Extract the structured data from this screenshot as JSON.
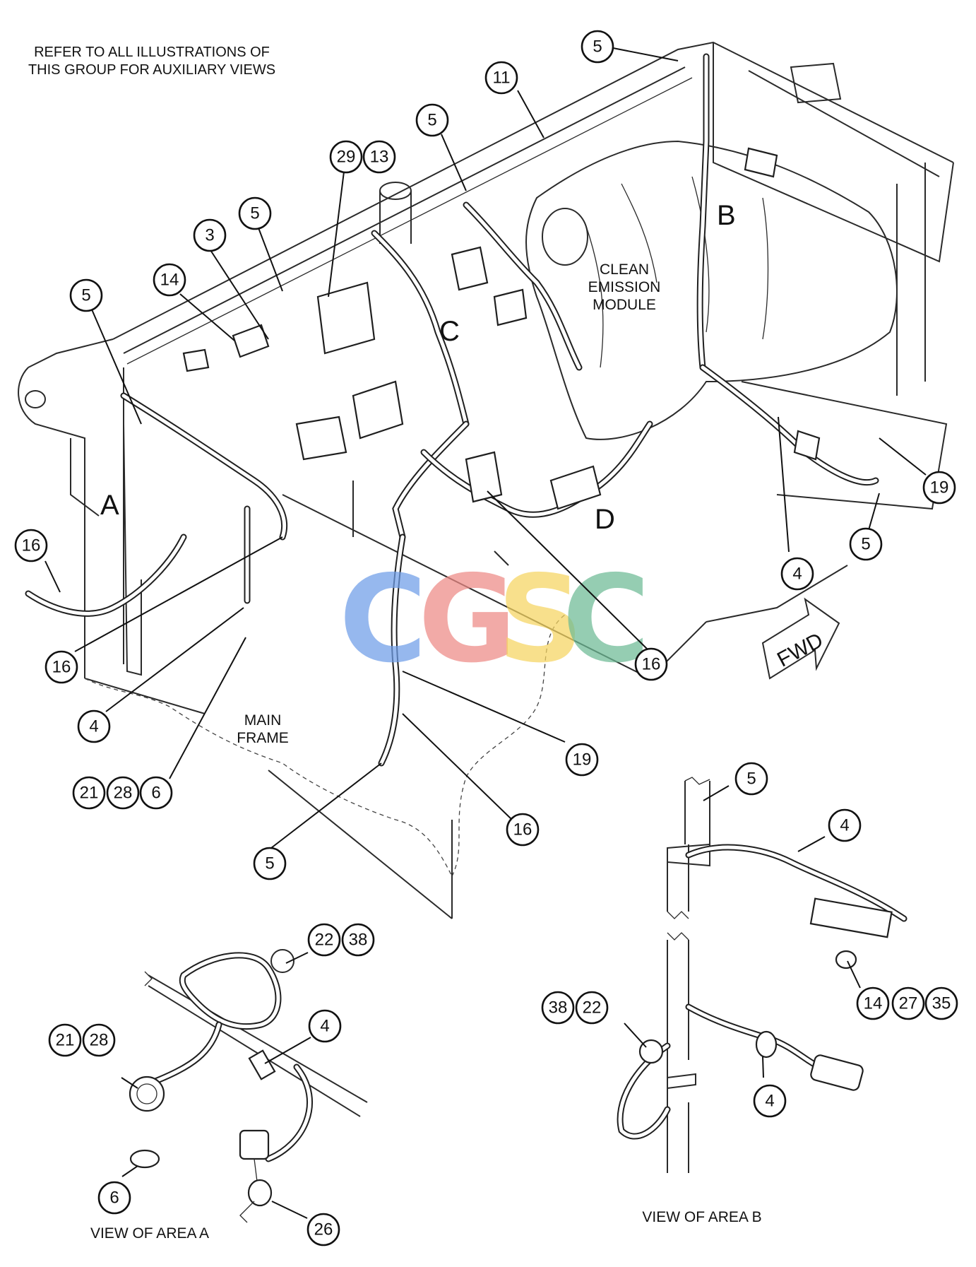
{
  "note": {
    "line1": "REFER TO ALL ILLUSTRATIONS OF",
    "line2": "THIS GROUP FOR AUXILIARY VIEWS"
  },
  "labels": {
    "clean_emission_module": [
      "CLEAN",
      "EMISSION",
      "MODULE"
    ],
    "main_frame": [
      "MAIN",
      "FRAME"
    ],
    "fwd": "FWD",
    "view_area_a": "VIEW OF AREA A",
    "view_area_b": "VIEW OF AREA B"
  },
  "area_letters": [
    "A",
    "B",
    "C",
    "D"
  ],
  "watermark": {
    "letters": [
      {
        "char": "C",
        "color": "#6f9ee8"
      },
      {
        "char": "G",
        "color": "#ee8a86"
      },
      {
        "char": "S",
        "color": "#f6d560"
      },
      {
        "char": "C",
        "color": "#6dbb95"
      }
    ]
  },
  "callouts": [
    "5",
    "11",
    "5",
    "29",
    "13",
    "5",
    "3",
    "14",
    "5",
    "16",
    "16",
    "4",
    "21",
    "28",
    "6",
    "19",
    "5",
    "4",
    "16",
    "19",
    "16",
    "5",
    "5",
    "4",
    "14",
    "27",
    "35",
    "22",
    "38",
    "21",
    "28",
    "4",
    "6",
    "26",
    "38",
    "22",
    "4"
  ]
}
